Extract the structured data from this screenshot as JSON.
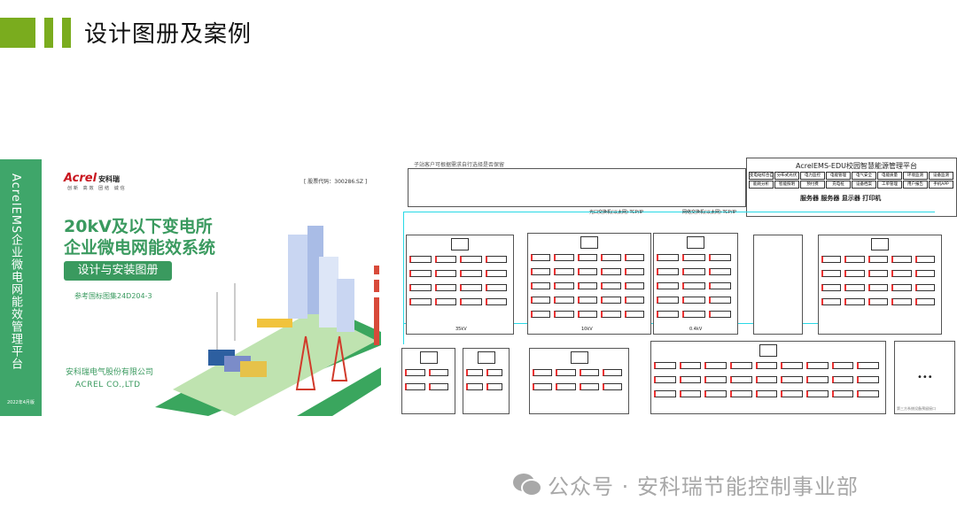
{
  "header": {
    "title": "设计图册及案例"
  },
  "cover": {
    "sidebar_title": "AcrelEMS企业微电网能效管理平台",
    "edition": "2022年4月版",
    "logo": "Acrel",
    "logo_cn": "安科瑞",
    "slogan": "创新 高效 团结 诚信",
    "stock_code": "[ 股票代码：300286.SZ ]",
    "title_line1": "20kV及以下变电所",
    "title_line2": "企业微电网能效系统",
    "subtitle": "设计与安装图册",
    "reference": "参考国标图集24D204-3",
    "company_cn": "安科瑞电气股份有限公司",
    "company_en": "ACREL CO.,LTD"
  },
  "diagram": {
    "note": "子站客户可根据需求自行选择是否保留",
    "platform_title": "AcrelEMS-EDU校园智慧能源管理平台",
    "functions": [
      "变电站综合自动化",
      "分布式光伏",
      "电力监控",
      "电能管理",
      "电气安全",
      "电能质量",
      "环境监测",
      "设备监测",
      "能耗分析",
      "智能照明",
      "预付费",
      "充电桩",
      "设备档案",
      "工单管理",
      "用户报告",
      "手机APP"
    ],
    "hardware": "服务器 服务器 显示器 打印机",
    "switch1": "光口交换机(以太网) TCP/IP",
    "switch2": "网络交换机(以太网) TCP/IP",
    "third_party": "第三方系统设备预留接口",
    "bus_35kv": "35kV",
    "bus_10kv": "10kV",
    "bus_04kv": "0.4kV"
  },
  "watermark": "公众号 · 安科瑞节能控制事业部",
  "colors": {
    "accent": "#7aac1e",
    "brand": "#3a9a5f",
    "line": "#28d9e6"
  }
}
